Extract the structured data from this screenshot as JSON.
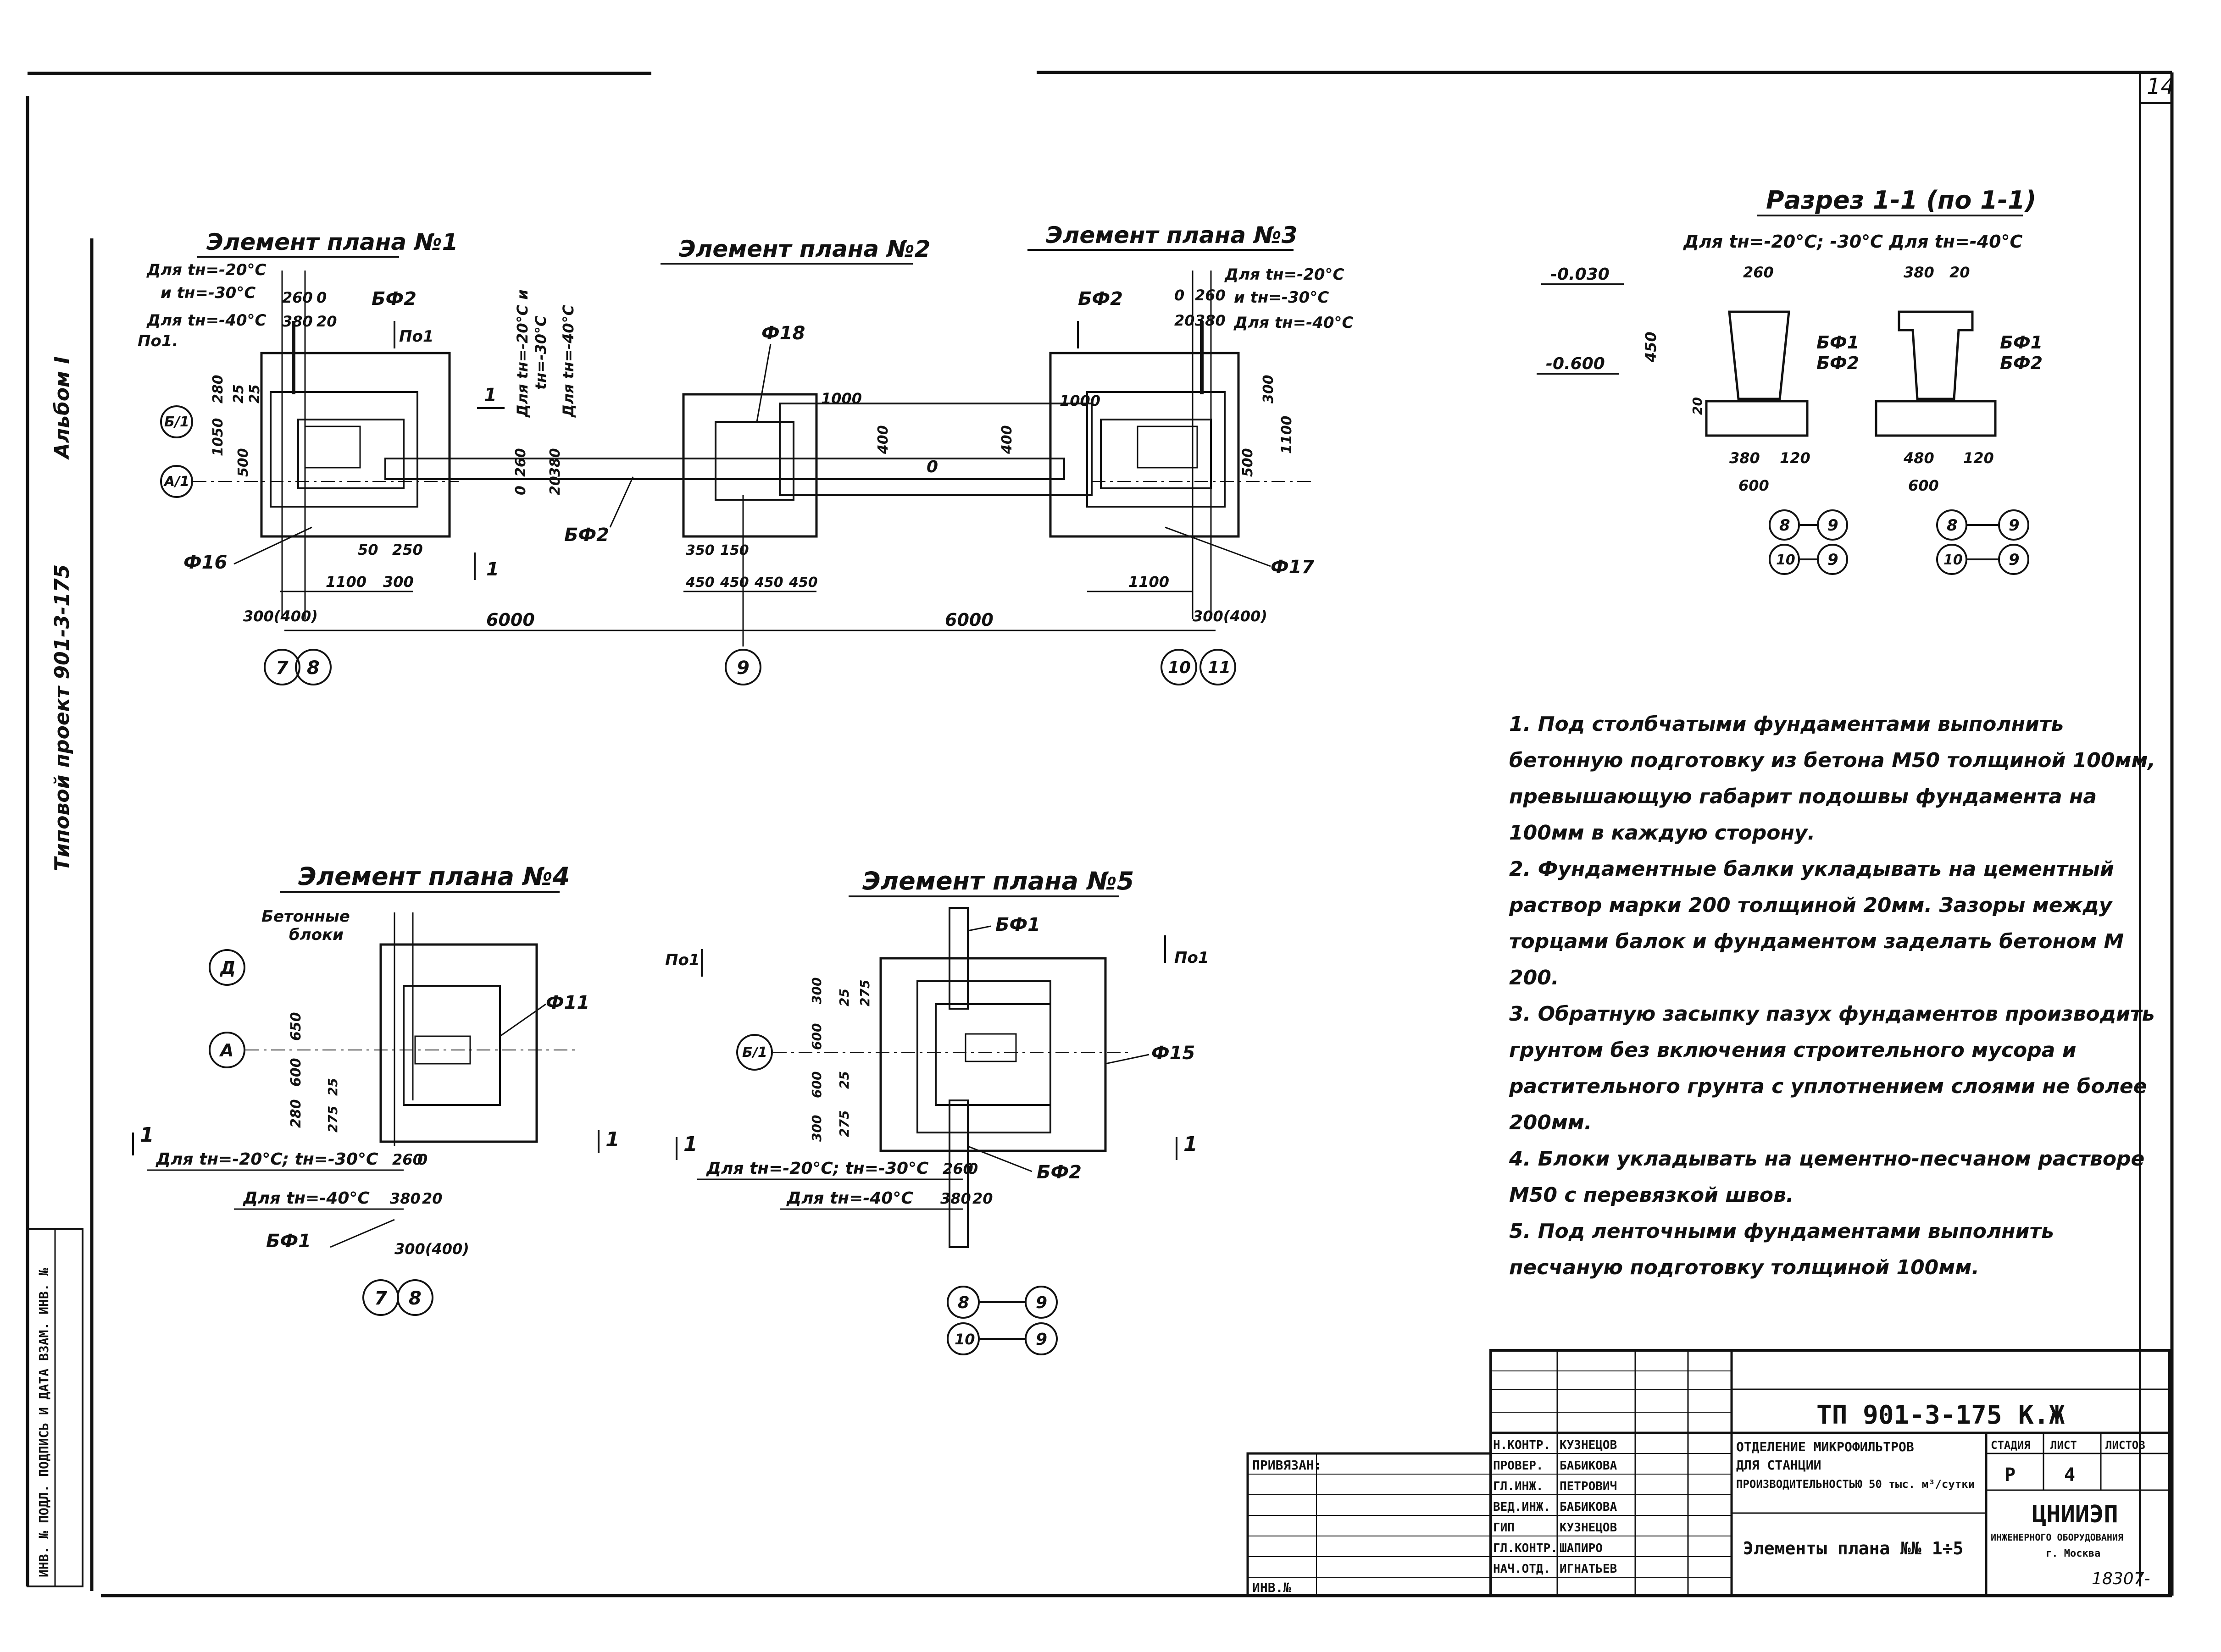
{
  "sheet": {
    "page_no": "14",
    "side_album": "Альбом I",
    "side_project": "Типовой проект 901-3-175",
    "side_stamp": "ИНВ. № ПОДЛ. ПОДПИСЬ И ДАТА ВЗАМ. ИНВ. №"
  },
  "plan1": {
    "title": "Элемент плана №1",
    "note_a1": "Для tн=-20°С",
    "note_a2": "и tн=-30°С",
    "note_b": "Для tн=-40°С",
    "dims_top": [
      "260",
      "0",
      "380",
      "20"
    ],
    "label_bf": "БФ2",
    "label_f": "Ф16",
    "label_po": "По1.",
    "label_po2": "По1",
    "dims_left": [
      "1050",
      "500",
      "280",
      "25",
      "25"
    ],
    "dims_bottom": [
      "50",
      "250",
      "1100",
      "300"
    ],
    "dim_axis": "300(400)",
    "vert_dims": [
      "0",
      "260",
      "20",
      "380"
    ],
    "vert_notes": [
      "Для tн=-20°С и",
      "tн=-30°С",
      "Для tн=-40°С"
    ],
    "section_mark": "1",
    "axes_left": [
      "Б/1",
      "А/1"
    ]
  },
  "plan2": {
    "title": "Элемент плана №2",
    "label_f": "Ф18",
    "label_bf": "БФ2",
    "dims": [
      "1000",
      "400",
      "0",
      "400",
      "350",
      "150"
    ],
    "dims_bottom": [
      "450",
      "450",
      "450",
      "450"
    ]
  },
  "plan3": {
    "title": "Элемент плана №3",
    "note_a": "Для tн=-20°С",
    "note_b": "и tн=-30°С",
    "note_c": "Для tн=-40°С",
    "dims_top": [
      "0",
      "260",
      "20",
      "380"
    ],
    "label_bf": "БФ2",
    "label_f": "Ф17",
    "dims_right": [
      "300",
      "1100",
      "500"
    ],
    "dim_left": "1000",
    "dim_bottom": "1100",
    "dim_axis": "300(400)"
  },
  "axes_row": {
    "span_1": "6000",
    "span_2": "6000",
    "axes": [
      "7",
      "8",
      "9",
      "10",
      "11"
    ]
  },
  "section": {
    "title": "Разрез 1-1 (по 1-1)",
    "subtitle": "Для tн=-20°С; -30°С Для tн=-40°С",
    "levels": [
      "-0.030",
      "-0.600"
    ],
    "dims_a": [
      "260",
      "450",
      "20",
      "380",
      "120",
      "600"
    ],
    "dims_b": [
      "380",
      "20",
      "480",
      "120",
      "600"
    ],
    "labels_a": [
      "БФ1",
      "БФ2"
    ],
    "labels_b": [
      "БФ1",
      "БФ2"
    ],
    "axes_a": [
      "8",
      "9",
      "10",
      "9"
    ],
    "axes_b": [
      "8",
      "9",
      "10",
      "9"
    ]
  },
  "plan4": {
    "title": "Элемент плана №4",
    "label_blocks": "Бетонные блоки",
    "label_f": "Ф11",
    "label_bf": "БФ1",
    "axes_left": [
      "Д",
      "А"
    ],
    "dims_left": [
      "650",
      "600",
      "280",
      "25",
      "275"
    ],
    "note_a": "Для tн=-20°С; tн=-30°С",
    "note_b": "Для tн=-40°С",
    "dims_note_a": [
      "260",
      "0"
    ],
    "dims_note_b": [
      "380",
      "20"
    ],
    "dim_axis": "300(400)",
    "axes_bottom": [
      "7",
      "8"
    ],
    "section_marks": [
      "1",
      "1"
    ]
  },
  "plan5": {
    "title": "Элемент плана №5",
    "label_bf1": "БФ1",
    "label_bf2": "БФ2",
    "label_f": "Ф15",
    "label_po_left": "По1",
    "label_po_right": "По1",
    "axis_left": "Б/1",
    "dims_left": [
      "300",
      "600",
      "25",
      "275",
      "600",
      "25",
      "300",
      "275"
    ],
    "note_a": "Для tн=-20°С; tн=-30°С",
    "note_b": "Для tн=-40°С",
    "dims_note_a": [
      "260",
      "0"
    ],
    "dims_note_b": [
      "380",
      "20"
    ],
    "axes_bottom": [
      "8",
      "9",
      "10",
      "9"
    ],
    "section_marks": [
      "1",
      "1"
    ]
  },
  "notes": [
    "1. Под столбчатыми фундаментами выполнить бетонную подготовку из бетона М50 толщиной 100мм, превышающую габарит подошвы фундамента на 100мм в каждую сторону.",
    "2. Фундаментные балки укладывать на цементный раствор марки 200 толщиной 20мм. Зазоры между торцами балок и фундаментом заделать бетоном М 200.",
    "3. Обратную засыпку пазух фундаментов производить грунтом без включения строительного мусора и растительного грунта с уплотнением слоями не более 200мм.",
    "4. Блоки укладывать на цементно-песчаном растворе М50 с перевязкой швов.",
    "5. Под ленточными фундаментами выполнить песчаную подготовку толщиной 100мм."
  ],
  "title_block": {
    "code": "ТП 901-3-175",
    "mark": "К.Ж",
    "privyazan": "ПРИВЯЗАН:",
    "inv_no": "ИНВ.№",
    "roles": [
      "Н.КОНТР.",
      "ПРОВЕР.",
      "ГЛ.ИНЖ.",
      "ВЕД.ИНЖ.",
      "ГИП",
      "ГЛ.КОНТР.",
      "НАЧ.ОТД."
    ],
    "names": [
      "КУЗНЕЦОВ",
      "БАБИКОВА",
      "ПЕТРОВИЧ",
      "БАБИКОВА",
      "КУЗНЕЦОВ",
      "ШАПИРО",
      "ИГНАТЬЕВ"
    ],
    "object_1": "ОТДЕЛЕНИЕ МИКРОФИЛЬТРОВ",
    "object_2": "ДЛЯ СТАНЦИИ",
    "object_3": "ПРОИЗВОДИТЕЛЬНОСТЬЮ 50 тыс. м³/сутки",
    "sheet_title": "Элементы плана №№ 1÷5",
    "stage_head": "СТАДИЯ",
    "sheet_head": "ЛИСТ",
    "sheets_head": "ЛИСТОВ",
    "stage": "Р",
    "sheet": "4",
    "org": "ЦНИИЭП",
    "org_sub": "ИНЖЕНЕРНОГО ОБОРУДОВАНИЯ",
    "city": "г. Москва",
    "doc_no": "18307-"
  }
}
